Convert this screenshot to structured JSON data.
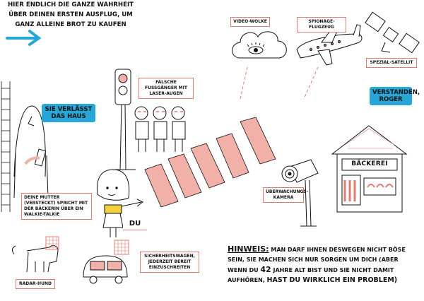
{
  "intro": {
    "line1": "Hier endlich die ganze Wahrheit",
    "line2": "über deinen ersten Ausflug, um",
    "line3": "ganz alleine Brot zu kaufen"
  },
  "bubbles": {
    "leaves": "Sie verlässt das Haus",
    "roger": "Verstanden, Roger"
  },
  "labels": {
    "video_cloud": "Video-Wolke",
    "spy_plane": "Spionage-Flugzeug",
    "satellite": "Spezial-Satellit",
    "fake_pedestrians": "Falsche Fussgänger mit Laser-Augen",
    "mother": "Deine Mutter (versteckt) spricht mit der Bäckerin über ein Walkie-Talkie",
    "you": "DU",
    "camera": "Überwachungs-kamera",
    "radar_dog": "Radar-Hund",
    "safety_car": "Sicherheitswagen, jederzeit bereit einzuschreiten",
    "bakery_sign": "BÄCKEREI"
  },
  "hint": {
    "label": "Hinweis:",
    "part1": " Man darf ihnen deswegen nicht böse sein, sie machen sich nur sorgen um dich (aber wenn du ",
    "age": "42",
    "part2": " Jahre alt bist und sie nicht damit aufhören, ",
    "emphasis": "hast du wirklich ein Problem)"
  },
  "colors": {
    "accent_blue": "#27a7d8",
    "pink": "#f2b1a8",
    "salmon": "#e27b70",
    "yellow": "#f4d03f",
    "ink": "#111111"
  },
  "icons": [
    "arrow-right-icon",
    "cloud-eye-icon",
    "airplane-icon",
    "satellite-icon",
    "traffic-light-icon",
    "camera-icon",
    "dog-icon",
    "car-icon",
    "bakery-icon",
    "girl-icon",
    "mother-icon"
  ]
}
